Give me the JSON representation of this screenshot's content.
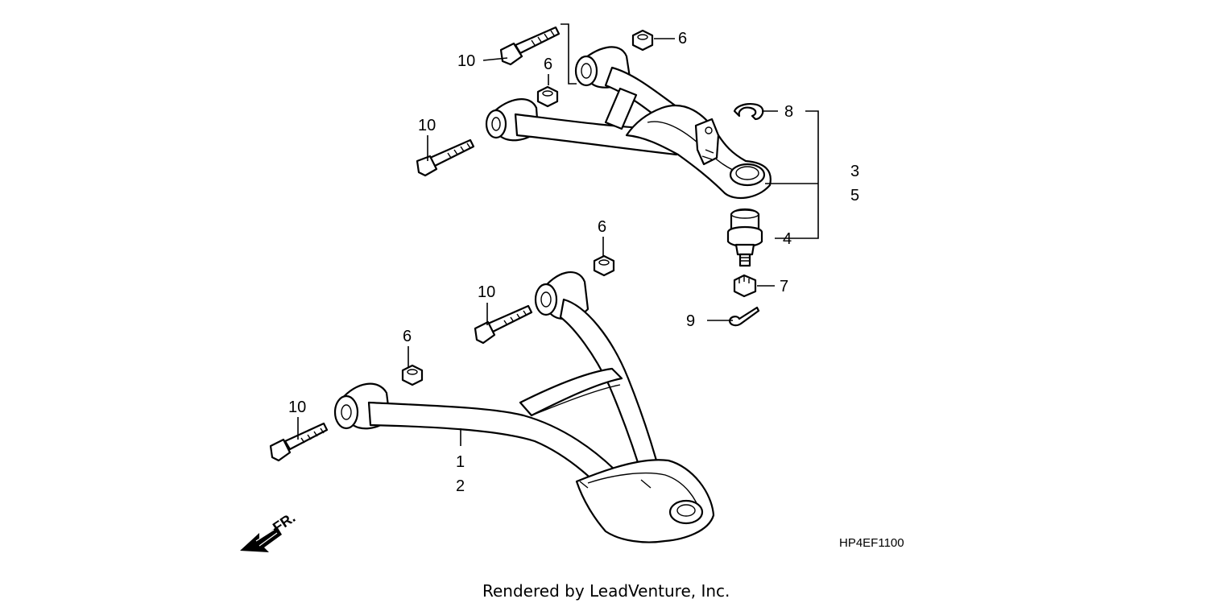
{
  "callouts": {
    "c_1": "1",
    "c_2": "2",
    "c_3": "3",
    "c_4": "4",
    "c_5": "5",
    "c_6a": "6",
    "c_6b": "6",
    "c_6c": "6",
    "c_6d": "6",
    "c_7": "7",
    "c_8": "8",
    "c_9": "9",
    "c_10a": "10",
    "c_10b": "10",
    "c_10c": "10",
    "c_10d": "10"
  },
  "diagram_code": "HP4EF1100",
  "front_indicator": "FR.",
  "credit": "Rendered by LeadVenture, Inc."
}
